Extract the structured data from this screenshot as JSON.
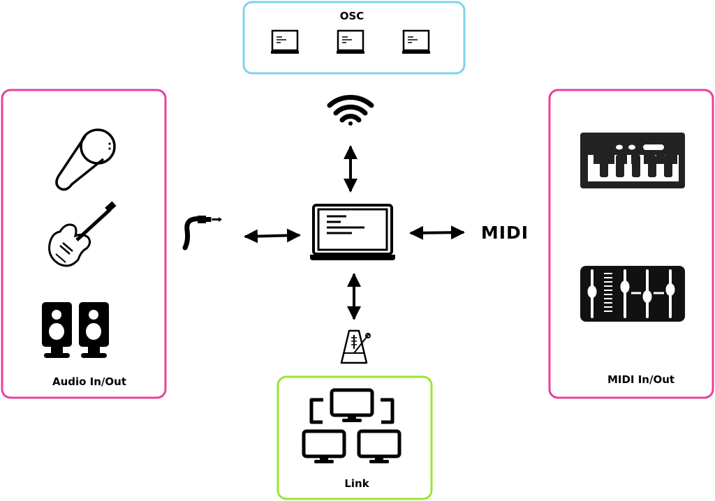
{
  "groups": {
    "osc": {
      "title": "OSC",
      "border_color": "#7fd3ee"
    },
    "audio": {
      "title": "Audio In/Out",
      "border_color": "#e8409a"
    },
    "midi": {
      "title": "MIDI In/Out",
      "border_color": "#e8409a"
    },
    "link": {
      "title": "Link",
      "border_color": "#99e630"
    }
  },
  "midi_logo": {
    "text": "MIDI"
  },
  "icons": [
    "laptop-icon",
    "wifi-icon",
    "microphone-icon",
    "guitar-icon",
    "speakers-icon",
    "audio-jack-icon",
    "metronome-icon",
    "keyboard-icon",
    "mixer-icon",
    "network-icon"
  ]
}
